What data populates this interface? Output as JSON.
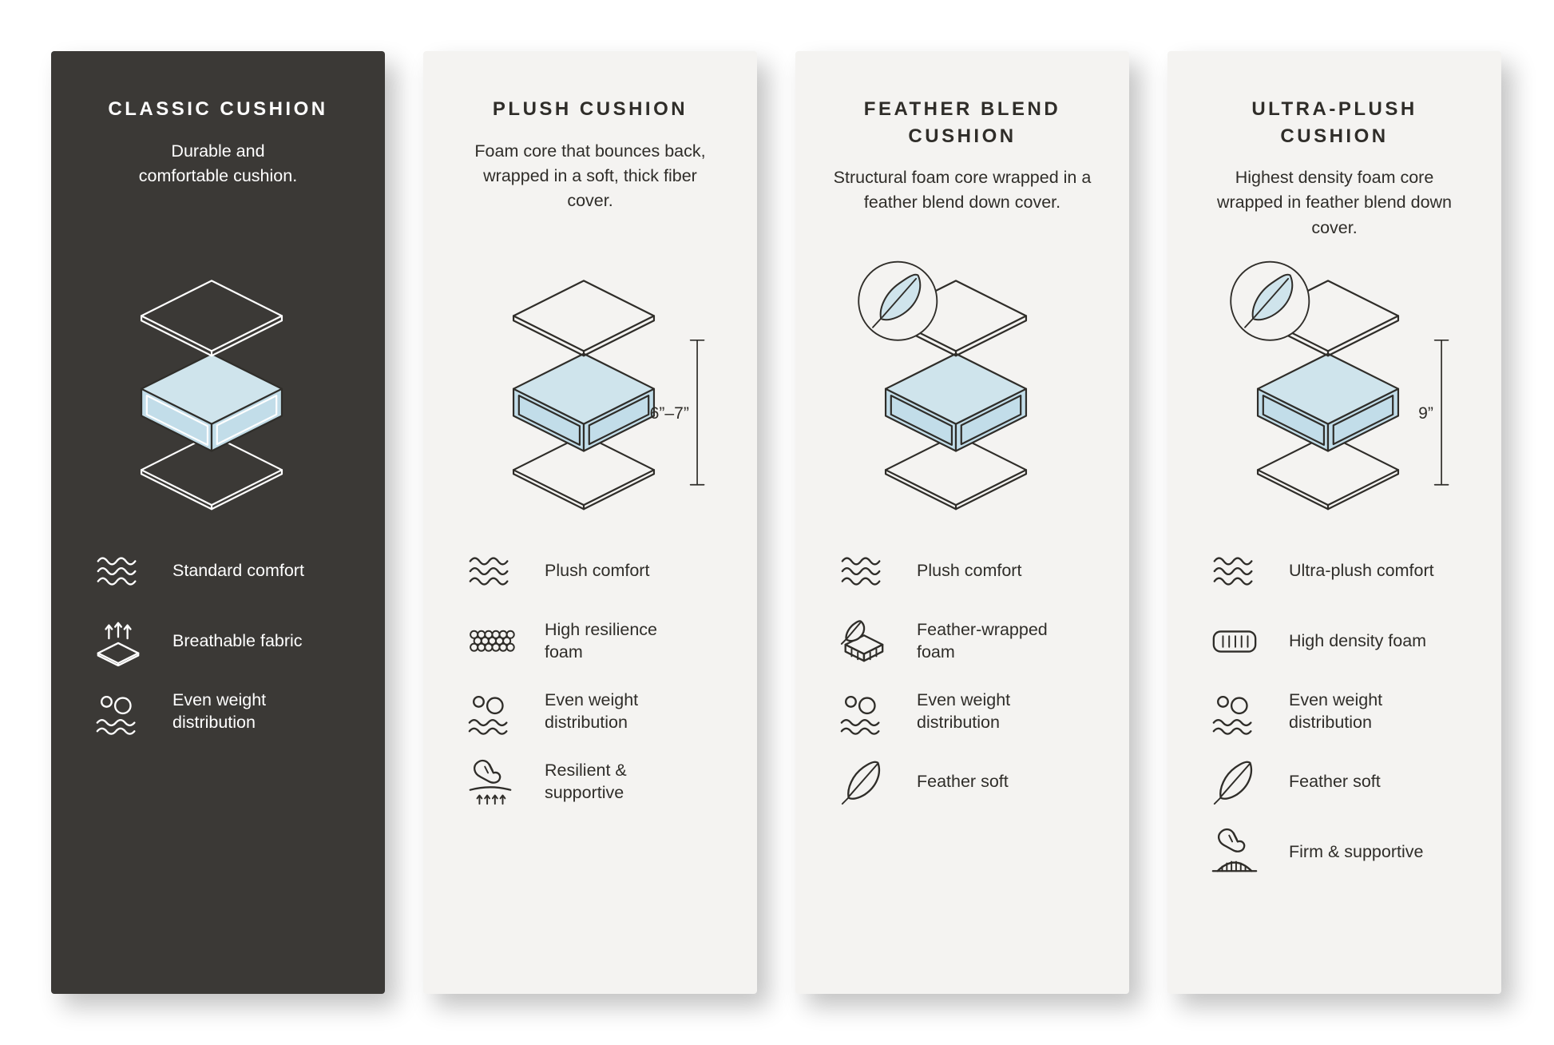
{
  "page": {
    "background": "#ffffff"
  },
  "colors": {
    "dark_panel_bg": "#3b3936",
    "light_panel_bg": "#f4f3f1",
    "foam_blue_top": "#cfe4ec",
    "foam_blue_side": "#c2dde9",
    "text_dark": "#2f2d29",
    "text_light": "#ffffff"
  },
  "panels": [
    {
      "title": "CLASSIC CUSHION",
      "description": "Durable and comfortable cushion.",
      "theme": "dark",
      "illustration": "layered-cushion",
      "features": [
        {
          "icon": "waves-icon",
          "label": "Standard comfort"
        },
        {
          "icon": "breathable-fabric-icon",
          "label": "Breathable fabric"
        },
        {
          "icon": "weight-distribution-icon",
          "label": "Even weight distribution"
        }
      ]
    },
    {
      "title": "PLUSH CUSHION",
      "description": "Foam core that bounces back, wrapped in a soft, thick fiber cover.",
      "theme": "light",
      "illustration": "layered-cushion-with-measure",
      "measurement": "6”–7”",
      "features": [
        {
          "icon": "waves-icon",
          "label": "Plush comfort"
        },
        {
          "icon": "foam-honeycomb-icon",
          "label": "High resilience foam"
        },
        {
          "icon": "weight-distribution-icon",
          "label": "Even weight distribution"
        },
        {
          "icon": "hand-press-arrows-icon",
          "label": "Resilient & supportive"
        }
      ]
    },
    {
      "title": "FEATHER BLEND CUSHION",
      "description": "Structural foam core wrapped in a feather blend down cover.",
      "theme": "light",
      "illustration": "layered-cushion-with-feather-badge",
      "features": [
        {
          "icon": "waves-icon",
          "label": "Plush comfort"
        },
        {
          "icon": "feather-wrapped-foam-icon",
          "label": "Feather-wrapped foam"
        },
        {
          "icon": "weight-distribution-icon",
          "label": "Even weight distribution"
        },
        {
          "icon": "feather-icon",
          "label": "Feather soft"
        }
      ]
    },
    {
      "title": "ULTRA-PLUSH CUSHION",
      "description": "Highest density foam core wrapped in feather blend down cover.",
      "theme": "light",
      "illustration": "layered-cushion-with-feather-badge-and-measure",
      "measurement": "9”",
      "features": [
        {
          "icon": "waves-icon",
          "label": "Ultra-plush comfort"
        },
        {
          "icon": "density-foam-icon",
          "label": "High density foam"
        },
        {
          "icon": "weight-distribution-icon",
          "label": "Even weight distribution"
        },
        {
          "icon": "feather-icon",
          "label": "Feather soft"
        },
        {
          "icon": "hand-press-foam-icon",
          "label": "Firm & supportive"
        }
      ]
    }
  ]
}
